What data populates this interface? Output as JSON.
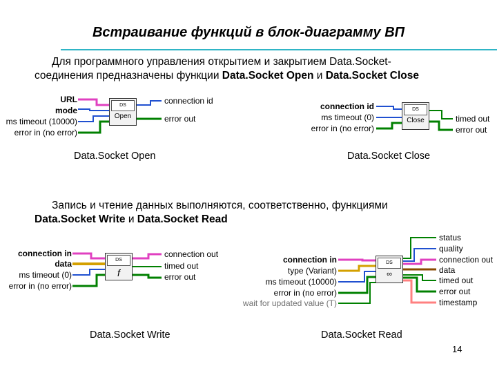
{
  "title": "Встраивание функций в блок-диаграмму ВП",
  "intro": {
    "line1": "Для программного управления открытием и закрытием Data.Socket-",
    "line2_pre": "соединения предназначены функции ",
    "line2_b1": "Data.Socket Open",
    "line2_mid": " и ",
    "line2_b2": "Data.Socket Close"
  },
  "open_fn": {
    "in": [
      "URL",
      "mode",
      "ms timeout (10000)",
      "error in (no error)"
    ],
    "out": [
      "connection id",
      "error out"
    ],
    "icon": "Open",
    "caption": "Data.Socket Open"
  },
  "close_fn": {
    "in": [
      "connection id",
      "ms timeout (0)",
      "error in (no error)"
    ],
    "out": [
      "timed out",
      "error out"
    ],
    "icon": "Close",
    "caption": "Data.Socket Close"
  },
  "rw": {
    "line1": "Запись и чтение данных выполняются, соответственно, функциями",
    "line2_b1": "Data.Socket Write",
    "line2_mid": " и ",
    "line2_b2": "Data.Socket Read"
  },
  "write_fn": {
    "in": [
      "connection in",
      "data",
      "ms timeout (0)",
      "error in (no error)"
    ],
    "out": [
      "connection out",
      "timed out",
      "error out"
    ],
    "caption": "Data.Socket Write"
  },
  "read_fn": {
    "in": [
      "connection in",
      "type (Variant)",
      "ms timeout (10000)",
      "error in (no error)",
      "wait for updated value (T)"
    ],
    "out": [
      "status",
      "quality",
      "connection out",
      "data",
      "timed out",
      "error out",
      "timestamp"
    ],
    "caption": "Data.Socket Read"
  },
  "icon_tag": "DS",
  "page_number": "14",
  "colors": {
    "rule": "#2fb5c6",
    "wire_conn": "#e040c0",
    "wire_data": "#d4a000",
    "wire_num": "#2050d0",
    "wire_err": "#008000"
  }
}
